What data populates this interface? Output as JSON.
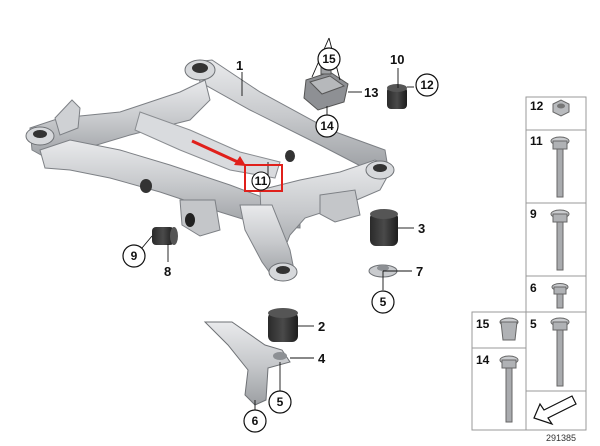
{
  "diagram": {
    "reference_number": "291385",
    "highlighted_part": "11",
    "highlight_color": "#e0201b",
    "callouts": {
      "c1": "1",
      "c2": "2",
      "c3": "3",
      "c4": "4",
      "c5a": "5",
      "c5b": "5",
      "c6": "6",
      "c7": "7",
      "c8": "8",
      "c9": "9",
      "c10": "10",
      "c11": "11",
      "c12": "12",
      "c13": "13",
      "c14": "14",
      "c15": "15"
    },
    "parts_panel": {
      "p12": "12",
      "p11": "11",
      "p9": "9",
      "p6": "6",
      "p5": "5",
      "p15": "15",
      "p14": "14"
    }
  }
}
